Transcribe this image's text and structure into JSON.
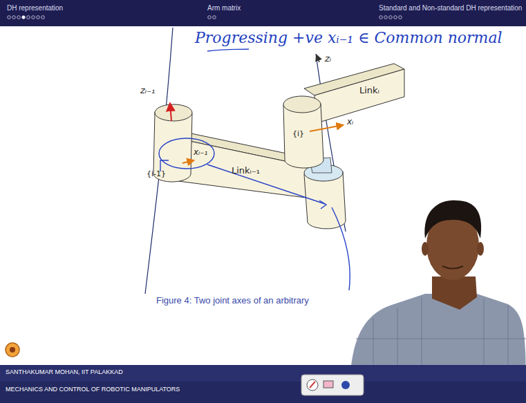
{
  "diagram": {
    "caption": "Figure 4: Two joint axes of an arbitrary",
    "labels": [
      "DH representation",
      "Arm matrix",
      "Standard and Non-standard DH representation",
      "Progressing +ve xᵢ₋₁ ∈ Common normal",
      "zᵢ₋₁",
      "{i-1}",
      "xᵢ₋₁",
      "Linkᵢ₋₁",
      "zᵢ",
      "{i}",
      "xᵢ",
      "Linkᵢ",
      "SANTHAKUMAR MOHAN, IIT PALAKKAD",
      "MECHANICS AND CONTROL OF ROBOTIC MANIPULATORS"
    ]
  }
}
